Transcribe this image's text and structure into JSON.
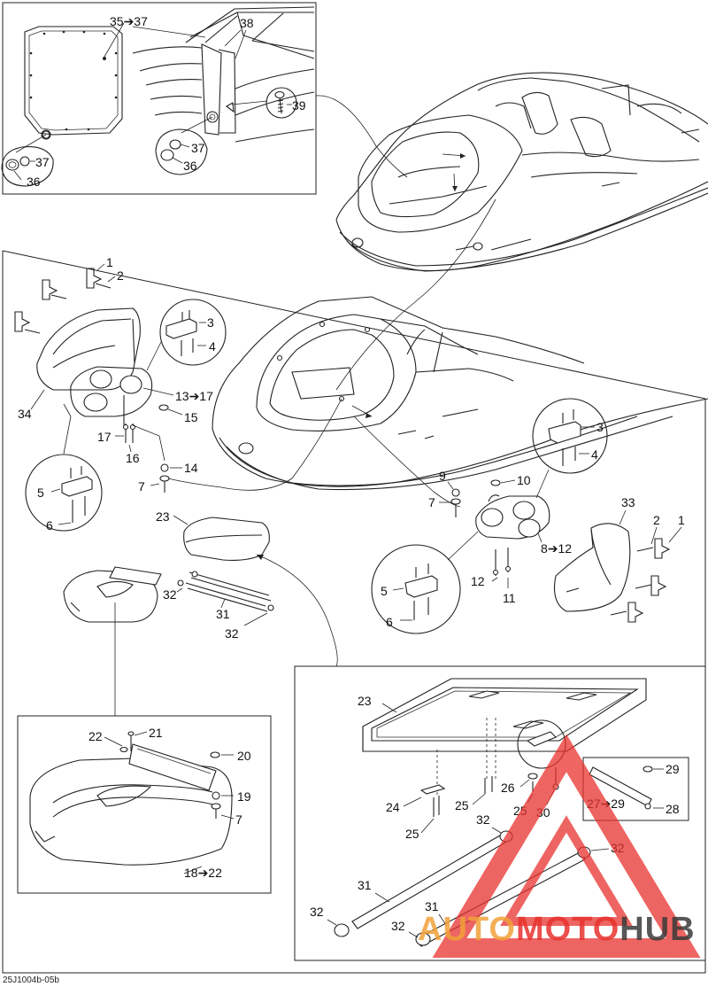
{
  "diagram": {
    "doc_code": "25J1004b-05b",
    "labels": {
      "l35_37": "35➔37",
      "l38": "38",
      "l39": "39",
      "l37a": "37",
      "l36a": "36",
      "l37b": "37",
      "l36b": "36",
      "l1a": "1",
      "l2a": "2",
      "l3a": "3",
      "l4a": "4",
      "l34": "34",
      "l13_17": "13➔17",
      "l15": "15",
      "l17": "17",
      "l16": "16",
      "l14": "14",
      "l7a": "7",
      "l5a": "5",
      "l6a": "6",
      "l9": "9",
      "l10": "10",
      "l7b": "7",
      "l3b": "3",
      "l4b": "4",
      "l33": "33",
      "l2b": "2",
      "l1b": "1",
      "l8_12": "8➔12",
      "l12": "12",
      "l11": "11",
      "l5b": "5",
      "l6b": "6",
      "l23a": "23",
      "l32a": "32",
      "l31a": "31",
      "l32b": "32",
      "l22": "22",
      "l21": "21",
      "l20": "20",
      "l19": "19",
      "l7c": "7",
      "l18_22": "18➔22",
      "l23b": "23",
      "l24": "24",
      "l25a": "25",
      "l25b": "25",
      "l26": "26",
      "l25c": "25",
      "l30": "30",
      "l29a": "29",
      "l27_29": "27➔29",
      "l28": "28",
      "l32c": "32",
      "l32d": "32",
      "l31b": "31",
      "l31c": "31",
      "l32e": "32",
      "l32f": "32"
    }
  },
  "watermark": {
    "part1": "AUTO",
    "part2": "MOTO",
    "part3": "HUB",
    "color_orange": "#f2a23a",
    "color_red": "#e8322e",
    "color_dark": "#3a3a3a"
  }
}
